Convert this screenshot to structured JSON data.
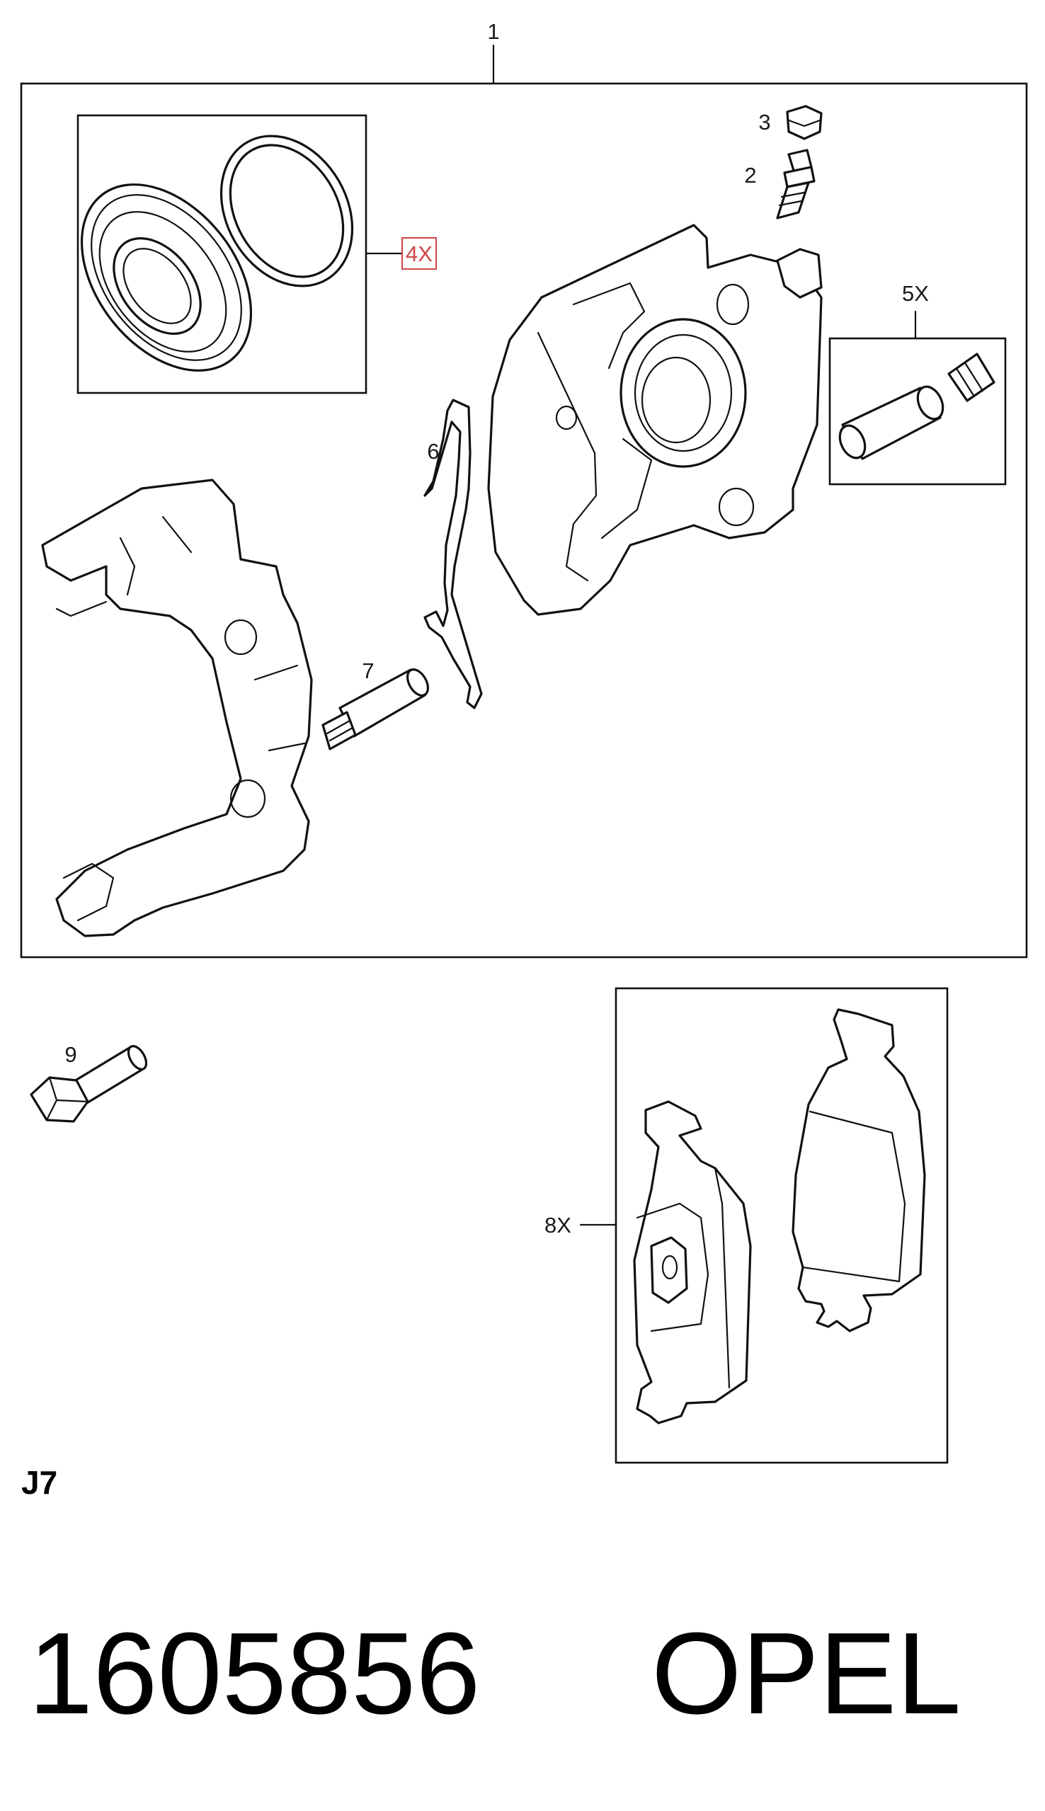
{
  "callouts": {
    "c1": "1",
    "c2": "2",
    "c3": "3",
    "c4": "4X",
    "c5": "5X",
    "c6": "6",
    "c7": "7",
    "c8": "8X",
    "c9": "9"
  },
  "section_code": "J7",
  "part_number": "1605856",
  "brand": "OPEL",
  "colors": {
    "line": "#111111",
    "callout_highlight": "#d0454a",
    "background": "#ffffff"
  }
}
